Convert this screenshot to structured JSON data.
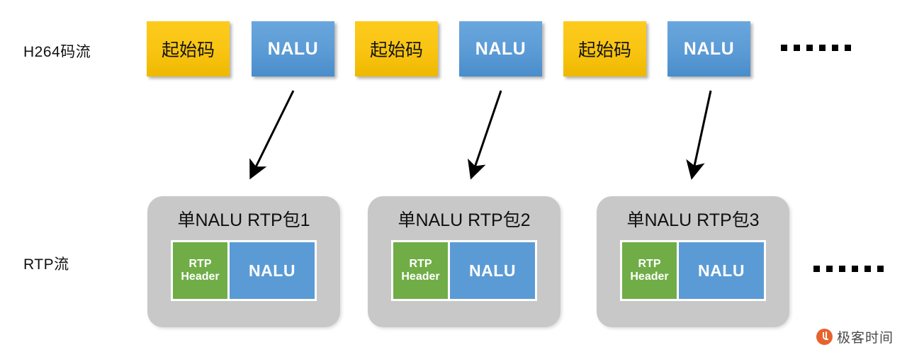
{
  "rows": {
    "h264": {
      "label": "H264码流"
    },
    "rtp": {
      "label": "RTP流"
    }
  },
  "h264_stream": {
    "blocks": [
      {
        "text": "起始码",
        "kind": "start-code"
      },
      {
        "text": "NALU",
        "kind": "nalu"
      },
      {
        "text": "起始码",
        "kind": "start-code"
      },
      {
        "text": "NALU",
        "kind": "nalu"
      },
      {
        "text": "起始码",
        "kind": "start-code"
      },
      {
        "text": "NALU",
        "kind": "nalu"
      }
    ],
    "continuation": "……"
  },
  "rtp_stream": {
    "packets": [
      {
        "title": "单NALU RTP包1",
        "header_label": "RTP\nHeader",
        "header_line1": "RTP",
        "header_line2": "Header",
        "payload_label": "NALU"
      },
      {
        "title": "单NALU RTP包2",
        "header_label": "RTP\nHeader",
        "header_line1": "RTP",
        "header_line2": "Header",
        "payload_label": "NALU"
      },
      {
        "title": "单NALU RTP包3",
        "header_label": "RTP\nHeader",
        "header_line1": "RTP",
        "header_line2": "Header",
        "payload_label": "NALU"
      }
    ],
    "continuation": "……"
  },
  "arrows": [
    {
      "name": "nalu-1-to-packet-1"
    },
    {
      "name": "nalu-2-to-packet-2"
    },
    {
      "name": "nalu-3-to-packet-3"
    }
  ],
  "watermark": {
    "text": "极客时间"
  },
  "colors": {
    "start_code": "#f9c411",
    "nalu": "#5b9bd5",
    "rtp_header": "#70ad47",
    "packet_container": "#c8c8c8",
    "text_dark": "#101010",
    "watermark_orange": "#e8622c"
  }
}
